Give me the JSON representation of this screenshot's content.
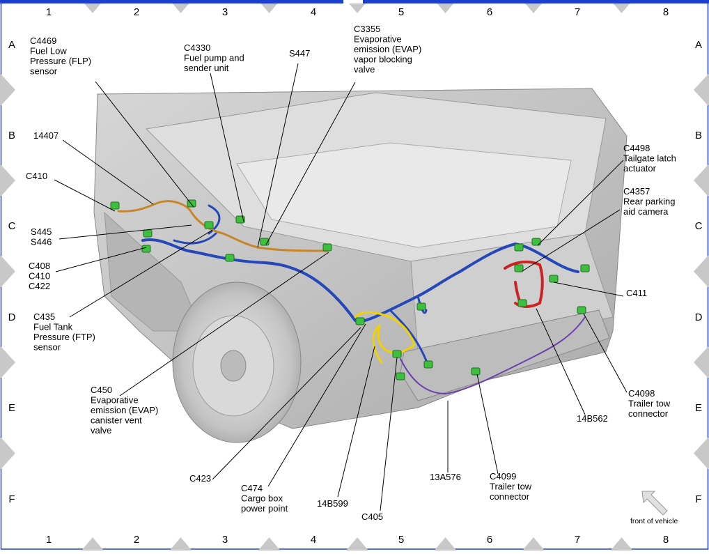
{
  "columns": [
    "1",
    "2",
    "3",
    "4",
    "5",
    "6",
    "7",
    "8"
  ],
  "rows": [
    "A",
    "B",
    "C",
    "D",
    "E",
    "F"
  ],
  "callouts": [
    {
      "id": "c4469",
      "lines": [
        "C4469",
        "Fuel Low",
        "Pressure (FLP)",
        "sensor"
      ]
    },
    {
      "id": "c4330",
      "lines": [
        "C4330",
        "Fuel pump and",
        "sender unit"
      ]
    },
    {
      "id": "s447",
      "lines": [
        "S447"
      ]
    },
    {
      "id": "c3355",
      "lines": [
        "C3355",
        "Evaporative",
        "emission (EVAP)",
        "vapor blocking",
        "valve"
      ]
    },
    {
      "id": "14407",
      "lines": [
        "14407"
      ]
    },
    {
      "id": "c410a",
      "lines": [
        "C410"
      ]
    },
    {
      "id": "s445",
      "lines": [
        "S445",
        "S446"
      ]
    },
    {
      "id": "c408",
      "lines": [
        "C408",
        "C410",
        "C422"
      ]
    },
    {
      "id": "c435",
      "lines": [
        "C435",
        "Fuel Tank",
        "Pressure (FTP)",
        "sensor"
      ]
    },
    {
      "id": "c450",
      "lines": [
        "C450",
        "Evaporative",
        "emission (EVAP)",
        "canister vent",
        "valve"
      ]
    },
    {
      "id": "c423",
      "lines": [
        "C423"
      ]
    },
    {
      "id": "c474",
      "lines": [
        "C474",
        "Cargo box",
        "power point"
      ]
    },
    {
      "id": "14b599",
      "lines": [
        "14B599"
      ]
    },
    {
      "id": "c405",
      "lines": [
        "C405"
      ]
    },
    {
      "id": "13a576",
      "lines": [
        "13A576"
      ]
    },
    {
      "id": "c4099",
      "lines": [
        "C4099",
        "Trailer tow",
        "connector"
      ]
    },
    {
      "id": "c4498",
      "lines": [
        "C4498",
        "Tailgate latch",
        "actuator"
      ]
    },
    {
      "id": "c4357",
      "lines": [
        "C4357",
        "Rear parking",
        "aid camera"
      ]
    },
    {
      "id": "c411",
      "lines": [
        "C411"
      ]
    },
    {
      "id": "c4098",
      "lines": [
        "C4098",
        "Trailer tow",
        "connector"
      ]
    },
    {
      "id": "14b562",
      "lines": [
        "14B562"
      ]
    }
  ],
  "front_label": "front of vehicle",
  "colors": {
    "border_top": "#1d3fcf",
    "wire_blue": "#2647b8",
    "wire_yellow": "#f0d200",
    "wire_orange": "#c8862a",
    "wire_red": "#cc2222",
    "wire_purple": "#6a3fb0",
    "connector_green": "#3fbf3f"
  }
}
